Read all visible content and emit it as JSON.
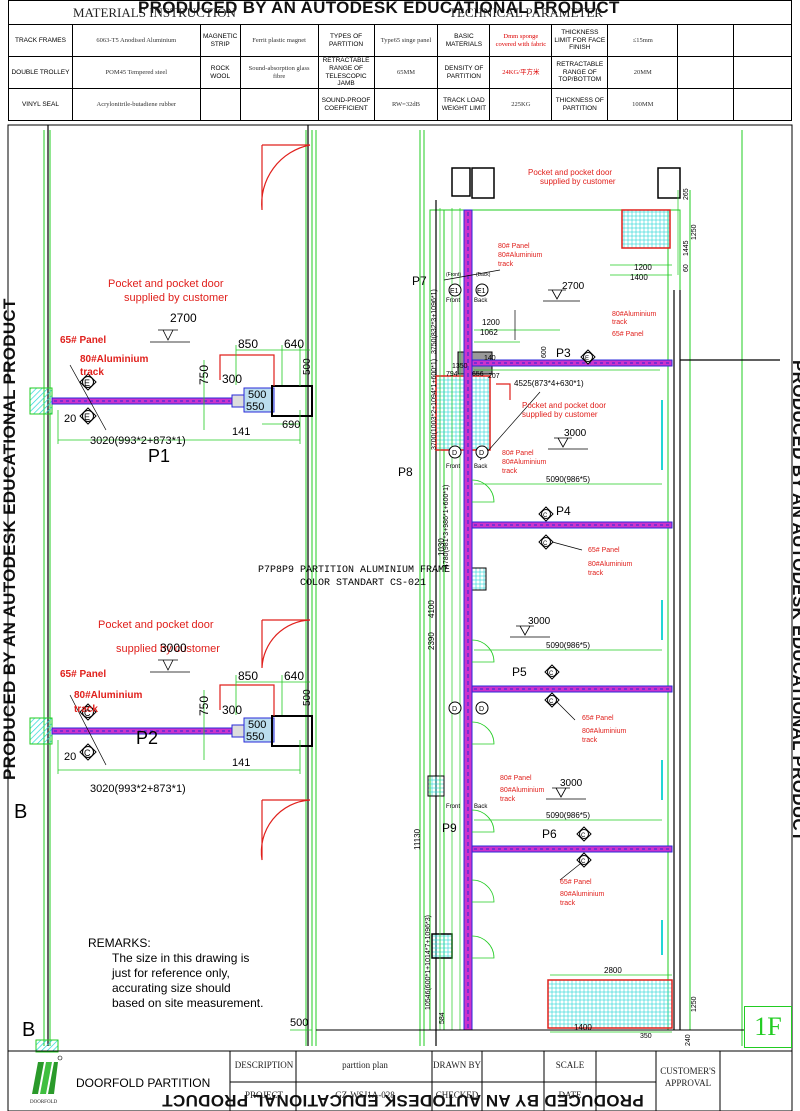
{
  "watermark": "PRODUCED BY AN AUTODESK EDUCATIONAL PRODUCT",
  "materials": {
    "title_left": "MATERIALS INSTRUCTION",
    "title_right": "TECHNICAL PARAMETER",
    "rows": [
      [
        "TRACK FRAMES",
        "6063-T5 Anodised Aluminium",
        "MAGNETIC STRIP",
        "Ferrit plastic magnet",
        "TYPES OF PARTITION",
        "Type65 singe panel",
        "BASIC MATERIALS",
        "Dmm sponge covered with fabric",
        "THICKNESS LIMIT FOR FACE FINISH",
        "≤15mm",
        "",
        ""
      ],
      [
        "DOUBLE TROLLEY",
        "POM45 Tempered steel",
        "ROCK WOOL",
        "Sound-absorption glass fibre",
        "RETRACTABLE RANGE OF TELESCOPIC JAMB",
        "65MM",
        "DENSITY OF PARTITION",
        "24KG/平方米",
        "RETRACTABLE RANGE OF TOP/BOTTOM",
        "20MM",
        "",
        ""
      ],
      [
        "VINYL SEAL",
        "Acrylonitrile-butadiene rubber",
        "",
        "",
        "SOUND-PROOF COEFFICIENT",
        "RW=32dB",
        "TRACK LOAD WEIGHT LIMIT",
        "225KG",
        "THICKNESS OF PARTITION",
        "100MM",
        "",
        ""
      ]
    ]
  },
  "p1": {
    "note": [
      "Pocket and pocket door",
      "supplied by customer"
    ],
    "height": "2700",
    "panel": "65# Panel",
    "track": [
      "80#Aluminium",
      "track"
    ],
    "dims": [
      "850",
      "640",
      "750",
      "300",
      "500",
      "500",
      "550",
      "141",
      "690",
      "20"
    ],
    "total": "3020(993*2+873*1)",
    "name": "P1",
    "marker": "E"
  },
  "p2": {
    "note": [
      "Pocket and pocket door",
      "supplied by customer"
    ],
    "height": "3000",
    "panel": "65# Panel",
    "track": [
      "80#Aluminium",
      "track"
    ],
    "dims": [
      "850",
      "640",
      "750",
      "300",
      "500",
      "500",
      "550",
      "141",
      "20"
    ],
    "total": "3020(993*2+873*1)",
    "name": "P2",
    "marker": "C"
  },
  "right_plan": {
    "note_top": [
      "Pocket and pocket door",
      "supplied by customer"
    ],
    "note_mid": [
      "Pocket and pocket door",
      "supplied by customer"
    ],
    "panel80": "80# Panel",
    "track80": [
      "80#Aluminium",
      "track"
    ],
    "panel65": "65# Panel",
    "heights": [
      "2700",
      "3000",
      "3000",
      "3000"
    ],
    "labels": [
      "P7",
      "P8",
      "P9",
      "P3",
      "P4",
      "P5",
      "P6"
    ],
    "front": "Front",
    "back": "Back",
    "front_paren": "(Front)",
    "back_paren": "(Back)",
    "dims": {
      "p3": "4525(873*4+630*1)",
      "p4": "5090(986*5)",
      "p5": "5090(986*5)",
      "p6": "5090(986*5)",
      "p7": "3750(832*3+1096*1)",
      "p8a": "4780(981*3+986*1+600*1)",
      "p8b": "3700(1003*2+1094*1+600*1)",
      "p9": "10546(600*1+1014*7+1096*3)",
      "v11130": "11130",
      "v4100": "4100",
      "v2390": "2390",
      "v1030": "1030",
      "v1200a": "1200",
      "v1400a": "1400",
      "v1200b": "1200",
      "v1062": "1062",
      "v2800": "2800",
      "v1400b": "1400",
      "v1350": "1350",
      "v794": "794",
      "v656": "656",
      "v207": "207",
      "v140": "140",
      "v600": "600",
      "v350": "350",
      "v584": "584",
      "v240": "240",
      "v1250a": "1250",
      "v1250b": "1250",
      "v1445": "1445",
      "v265": "265",
      "v60": "60"
    },
    "frame_note": [
      "P7P8P9 PARTITION ALUMINIUM FRAME",
      "COLOR STANDART CS-021"
    ],
    "markers": [
      "E1",
      "E1",
      "E",
      "D",
      "D",
      "C",
      "C",
      "C",
      "C",
      "D",
      "D",
      "C",
      "C"
    ]
  },
  "section_marks": [
    "B",
    "B"
  ],
  "remarks": {
    "title": "REMARKS:",
    "lines": [
      "The size in this drawing is",
      "just for reference only,",
      "accurating size should",
      "based on site measurement."
    ]
  },
  "floor": "1F",
  "title_block": {
    "company": "DOORFOLD PARTITION",
    "logo_text": "DOORFOLD",
    "description_label": "DESCRIPTION",
    "description": "parttion plan",
    "project_label": "PROJECT",
    "project": "GZ-WSJ1A-028",
    "drawn_by_label": "DRAWN BY",
    "checked_label": "CHECKED",
    "scale_label": "SCALE",
    "date_label": "DATE",
    "approval_label": [
      "CUSTOMER'S",
      "APPROVAL"
    ]
  },
  "colors": {
    "green": "#22cc22",
    "red": "#e0201c",
    "blue": "#2a2ad8",
    "magenta": "#cc33cc",
    "cyan": "#22d6d6",
    "black": "#000000"
  }
}
